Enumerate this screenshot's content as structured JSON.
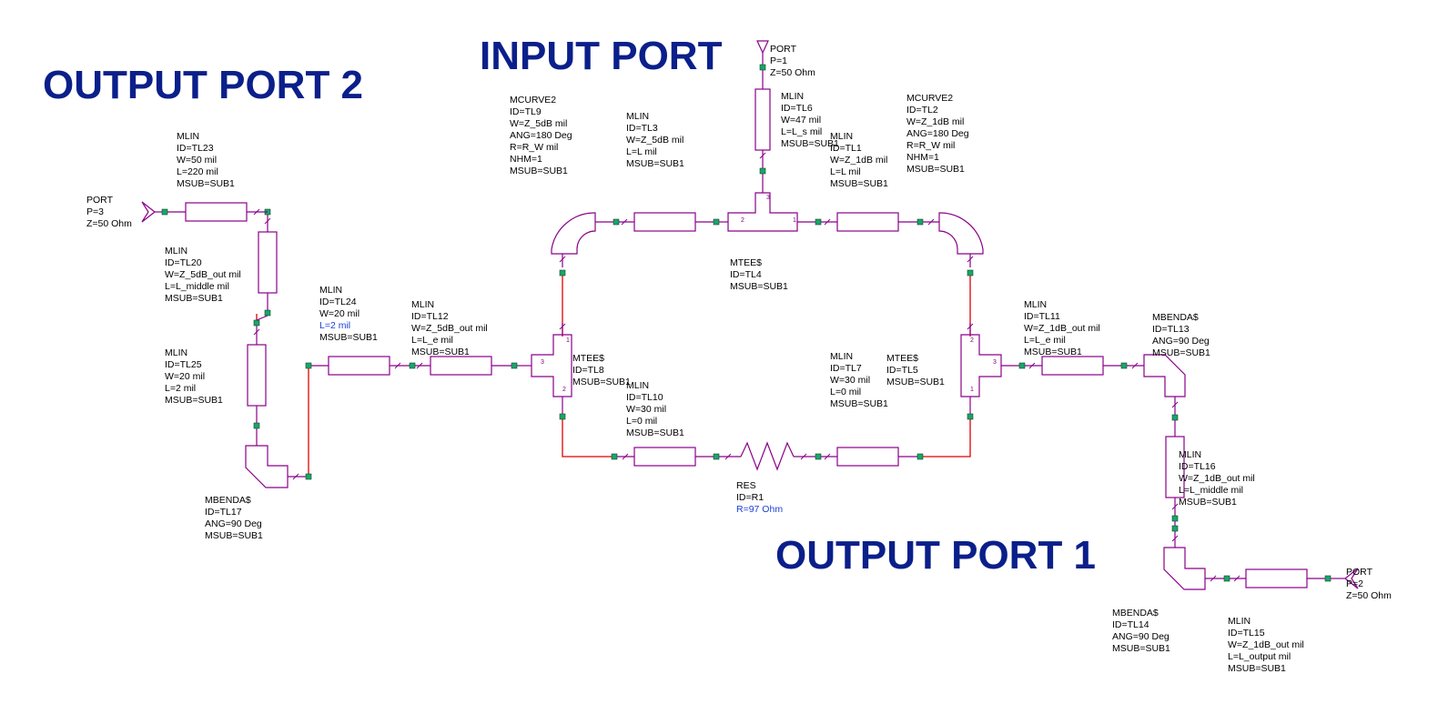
{
  "titles": {
    "input_port": "INPUT PORT",
    "output_port_1": "OUTPUT PORT 1",
    "output_port_2": "OUTPUT PORT 2"
  },
  "colors": {
    "title": "#0b1f8a",
    "component": "#8a008a",
    "red_wire": "#e00000",
    "node": "#1aa56a",
    "highlight_param": "#1a3fd6"
  },
  "components": {
    "port1": [
      "PORT",
      "P=1",
      "Z=50 Ohm"
    ],
    "port2": [
      "PORT",
      "P=2",
      "Z=50 Ohm"
    ],
    "port3": [
      "PORT",
      "P=3",
      "Z=50 Ohm"
    ],
    "tl6": [
      "MLIN",
      "ID=TL6",
      "W=47 mil",
      "L=L_s mil",
      "MSUB=SUB1"
    ],
    "tl9": [
      "MCURVE2",
      "ID=TL9",
      "W=Z_5dB mil",
      "ANG=180 Deg",
      "R=R_W mil",
      "NHM=1",
      "MSUB=SUB1"
    ],
    "tl3": [
      "MLIN",
      "ID=TL3",
      "W=Z_5dB mil",
      "L=L mil",
      "MSUB=SUB1"
    ],
    "tl1": [
      "MLIN",
      "ID=TL1",
      "W=Z_1dB mil",
      "L=L mil",
      "MSUB=SUB1"
    ],
    "tl2": [
      "MCURVE2",
      "ID=TL2",
      "W=Z_1dB mil",
      "ANG=180 Deg",
      "R=R_W mil",
      "NHM=1",
      "MSUB=SUB1"
    ],
    "tl23": [
      "MLIN",
      "ID=TL23",
      "W=50 mil",
      "L=220 mil",
      "MSUB=SUB1"
    ],
    "tl20": [
      "MLIN",
      "ID=TL20",
      "W=Z_5dB_out mil",
      "L=L_middle mil",
      "MSUB=SUB1"
    ],
    "tl25": [
      "MLIN",
      "ID=TL25",
      "W=20 mil",
      "L=2 mil",
      "MSUB=SUB1"
    ],
    "tl24": [
      "MLIN",
      "ID=TL24",
      "W=20 mil",
      "L=2 mil",
      "MSUB=SUB1"
    ],
    "tl12": [
      "MLIN",
      "ID=TL12",
      "W=Z_5dB_out mil",
      "L=L_e mil",
      "MSUB=SUB1"
    ],
    "tl4": [
      "MTEE$",
      "ID=TL4",
      "MSUB=SUB1"
    ],
    "tl8": [
      "MTEE$",
      "ID=TL8",
      "MSUB=SUB1"
    ],
    "tl10": [
      "MLIN",
      "ID=TL10",
      "W=30 mil",
      "L=0 mil",
      "MSUB=SUB1"
    ],
    "tl7": [
      "MLIN",
      "ID=TL7",
      "W=30 mil",
      "L=0 mil",
      "MSUB=SUB1"
    ],
    "tl5": [
      "MTEE$",
      "ID=TL5",
      "MSUB=SUB1"
    ],
    "r1": [
      "RES",
      "ID=R1",
      "R=97 Ohm"
    ],
    "tl11": [
      "MLIN",
      "ID=TL11",
      "W=Z_1dB_out mil",
      "L=L_e mil",
      "MSUB=SUB1"
    ],
    "tl13": [
      "MBENDA$",
      "ID=TL13",
      "ANG=90 Deg",
      "MSUB=SUB1"
    ],
    "tl16": [
      "MLIN",
      "ID=TL16",
      "W=Z_1dB_out mil",
      "L=L_middle mil",
      "MSUB=SUB1"
    ],
    "tl17": [
      "MBENDA$",
      "ID=TL17",
      "ANG=90 Deg",
      "MSUB=SUB1"
    ],
    "tl14": [
      "MBENDA$",
      "ID=TL14",
      "ANG=90 Deg",
      "MSUB=SUB1"
    ],
    "tl15": [
      "MLIN",
      "ID=TL15",
      "W=Z_1dB_out mil",
      "L=L_output mil",
      "MSUB=SUB1"
    ]
  },
  "pins": {
    "tl4_left": "2",
    "tl4_right": "1",
    "tl4_bottom": "3",
    "tl8_left": "3",
    "tl8_top": "1",
    "tl8_bottom": "2",
    "tl5_top": "2",
    "tl5_right": "3",
    "tl5_bottom": "1"
  }
}
